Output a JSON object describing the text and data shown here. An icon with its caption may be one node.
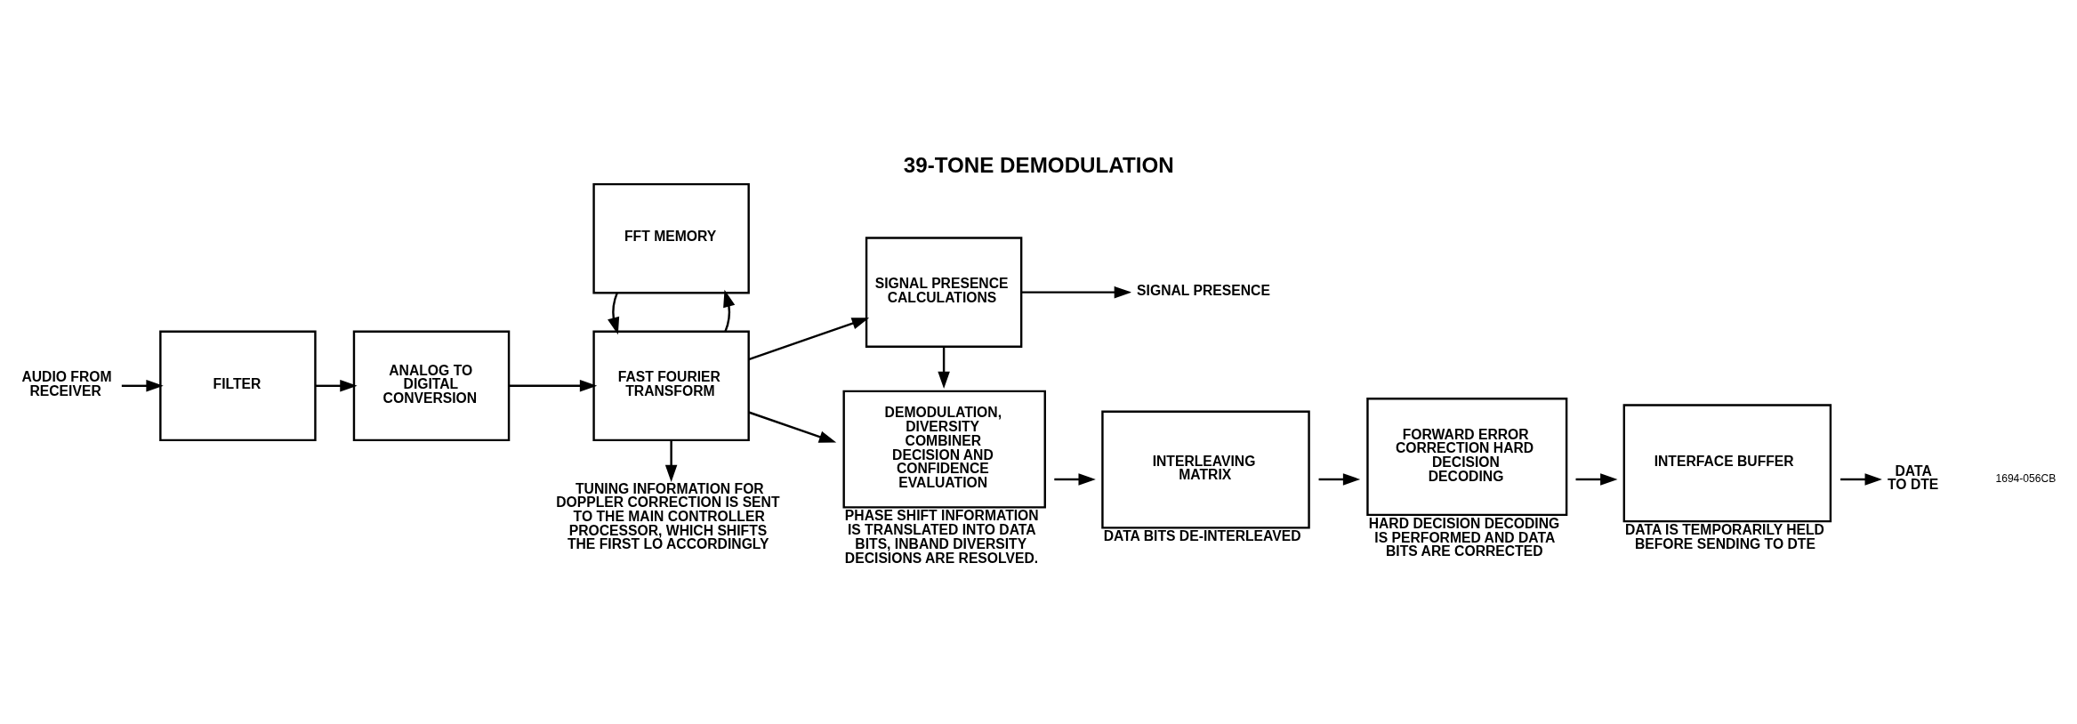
{
  "diagram": {
    "title": "39-TONE DEMODULATION",
    "nodes": [
      {
        "text": [
          "AUDIO FROM RECEIVER"
        ]
      },
      {
        "text": [
          "FILTER"
        ]
      },
      {
        "text": [
          "ANALOG TO DIGITAL CONVERSION"
        ]
      },
      {
        "text": [
          "FAST FOURIER TRANSFORM"
        ]
      },
      {
        "text": [
          "FFT MEMORY"
        ]
      },
      {
        "text": [
          "SIGNAL PRESENCE CALCULATIONS"
        ]
      },
      {
        "text": [
          "SIGNAL PRESENCE"
        ]
      },
      {
        "text": [
          "DEMODULATION, DIVERSITY COMBINER DECISION AND CONFIDENCE EVALUATION"
        ],
        "beside": [
          "PHASE SHIFT INFORMATION IS TRANSLATED INTO DATA BITS, INBAND DIVERSITY DECISIONS ARE RESOLVED."
        ]
      },
      {
        "text": [
          "INTERLEAVING MATRIX"
        ],
        "beside": [
          "DATA BITS DE-INTERLEAVED"
        ]
      },
      {
        "text": [
          "FORWARD ERROR CORRECTION HARD DECISION DECODING"
        ],
        "beside": [
          "HARD DECISION DECODING IS PERFORMED AND DATA BITS ARE CORRECTED"
        ]
      },
      {
        "text": [
          "INTERFACE BUFFER"
        ],
        "beside": [
          "DATA IS TEMPORARILY HELD BEFORE SENDING TO DTE"
        ]
      },
      {
        "text": [
          "DATA TO DTE"
        ]
      },
      {
        "text": [
          "TUNING INFORMATION FOR DOPPLER CORRECTION IS SENT TO THE MAIN CONTROLLER PROCESSOR, WHICH SHIFTS THE FIRST LO ACCORDINGLY"
        ]
      }
    ],
    "edges": [
      {
        "from": 0,
        "to": 1,
        "arrow": "to"
      },
      {
        "from": 1,
        "to": 2,
        "arrow": "to"
      },
      {
        "from": 2,
        "to": 3,
        "arrow": "to"
      },
      {
        "from": 3,
        "to": 4,
        "arrow": "to"
      },
      {
        "from": 4,
        "to": 3,
        "arrow": "to"
      },
      {
        "from": 3,
        "to": 5,
        "arrow": "to"
      },
      {
        "from": 3,
        "to": 7,
        "arrow": "to"
      },
      {
        "from": 5,
        "to": 6,
        "arrow": "to"
      },
      {
        "from": 5,
        "to": 7,
        "arrow": "to"
      },
      {
        "from": 7,
        "to": 8,
        "arrow": "to"
      },
      {
        "from": 8,
        "to": 9,
        "arrow": "to"
      },
      {
        "from": 9,
        "to": 10,
        "arrow": "to"
      },
      {
        "from": 10,
        "to": 11,
        "arrow": "to"
      },
      {
        "from": 3,
        "to": 12,
        "arrow": "to"
      }
    ],
    "labels": [
      "1694-056CB"
    ]
  }
}
